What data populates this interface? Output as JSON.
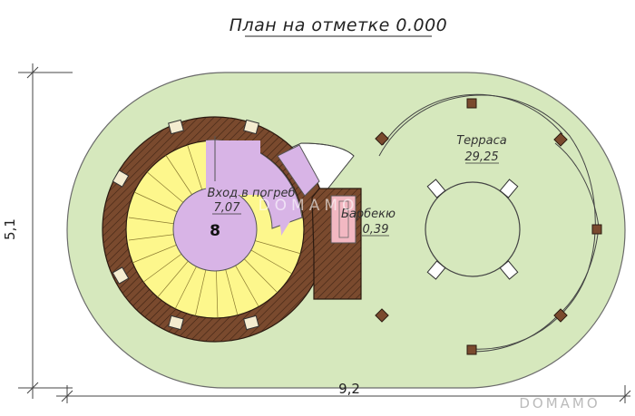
{
  "title": "План на отметке 0.000",
  "rooms": {
    "cellar_entry": {
      "name": "Вход в погреб",
      "area": "7,07"
    },
    "bbq": {
      "name": "Барбекю",
      "area": "0,39"
    },
    "terrace": {
      "name": "Терраса",
      "area": "29,25"
    }
  },
  "stair_mark": "8",
  "dimensions": {
    "width": "9,2",
    "height": "5,1"
  },
  "watermark": "DOMAMO",
  "colors": {
    "lawn": "#d6e8bd",
    "wall": "#7a4a2e",
    "stairs": "#fdf78c",
    "cellar": "#d8b4e6",
    "bbq": "#f2b8c2",
    "post": "#7a4a2e"
  }
}
